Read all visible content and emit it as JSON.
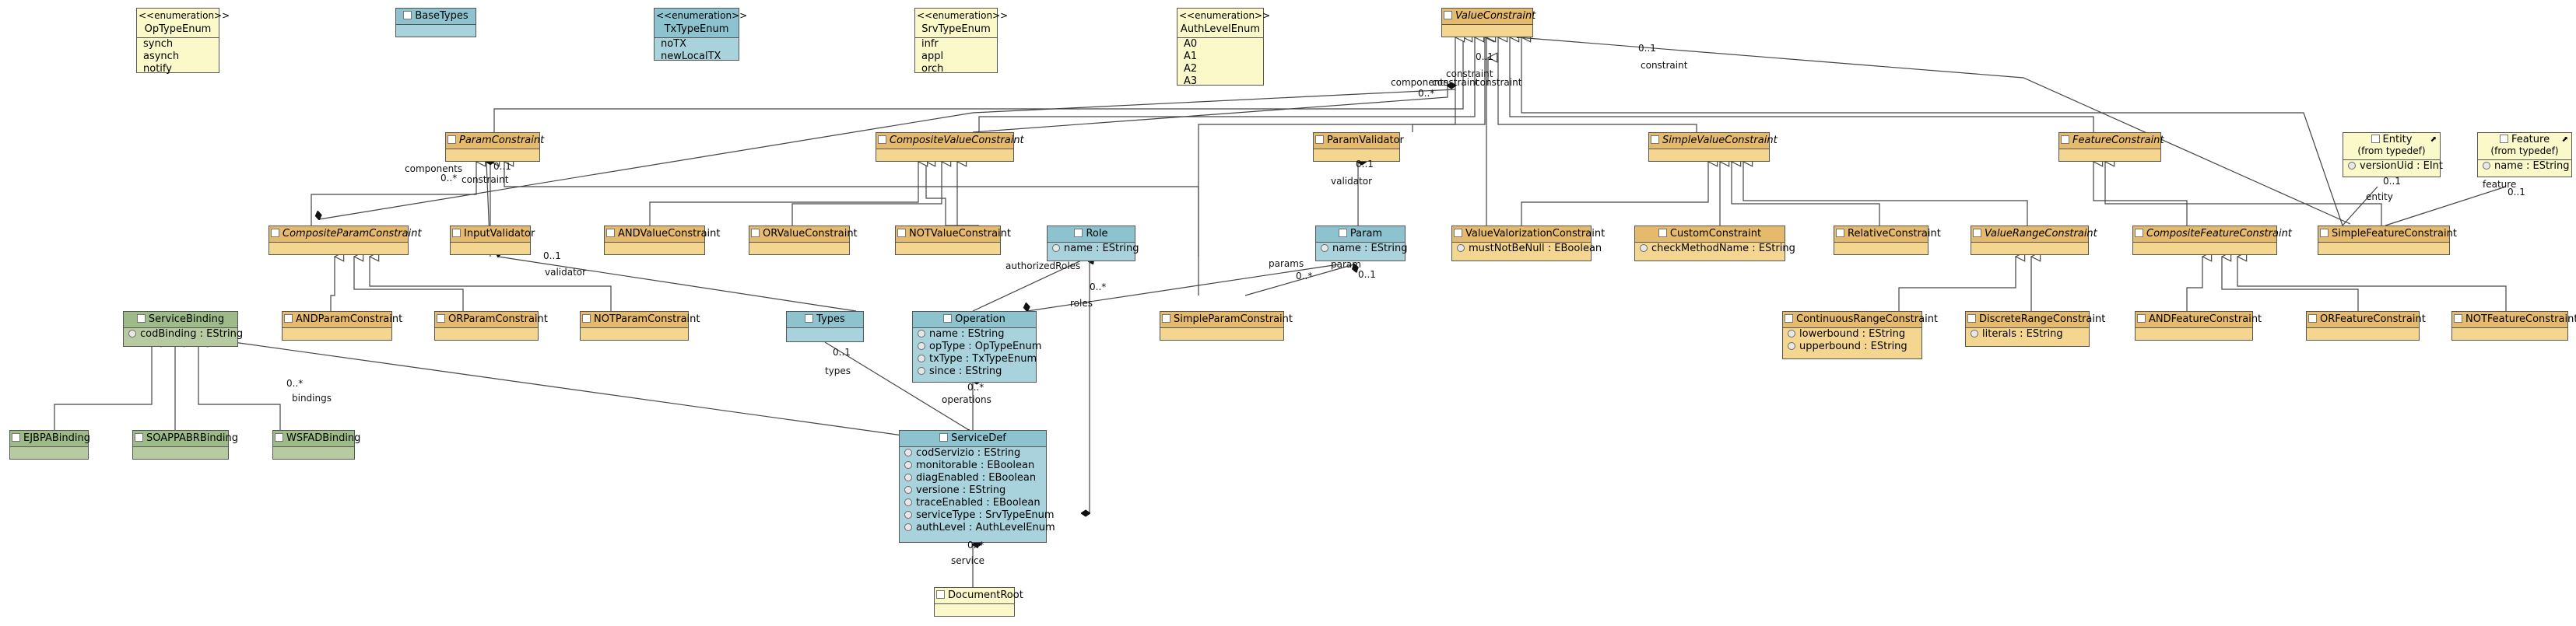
{
  "classes": {
    "op_type_enum": {
      "stereotype": "<<enumeration>>",
      "name": "OpTypeEnum",
      "literals": [
        "synch",
        "asynch",
        "notify"
      ]
    },
    "base_types": {
      "name": "BaseTypes"
    },
    "tx_type_enum": {
      "stereotype": "<<enumeration>>",
      "name": "TxTypeEnum",
      "literals": [
        "noTX",
        "newLocalTX"
      ]
    },
    "srv_type_enum": {
      "stereotype": "<<enumeration>>",
      "name": "SrvTypeEnum",
      "literals": [
        "infr",
        "appl",
        "orch"
      ]
    },
    "auth_level_enum": {
      "stereotype": "<<enumeration>>",
      "name": "AuthLevelEnum",
      "literals": [
        "A0",
        "A1",
        "A2",
        "A3"
      ]
    },
    "value_constraint": {
      "name": "ValueConstraint"
    },
    "param_constraint": {
      "name": "ParamConstraint"
    },
    "composite_value_constraint": {
      "name": "CompositeValueConstraint"
    },
    "param_validator": {
      "name": "ParamValidator"
    },
    "simple_value_constraint": {
      "name": "SimpleValueConstraint"
    },
    "feature_constraint": {
      "name": "FeatureConstraint"
    },
    "entity": {
      "name": "Entity",
      "from": "(from typedef)",
      "attrs": [
        "versionUid : EInt"
      ]
    },
    "feature": {
      "name": "Feature",
      "from": "(from typedef)",
      "attrs": [
        "name : EString"
      ]
    },
    "composite_param_constraint": {
      "name": "CompositeParamConstraint"
    },
    "input_validator": {
      "name": "InputValidator"
    },
    "and_value_constraint": {
      "name": "ANDValueConstraint"
    },
    "or_value_constraint": {
      "name": "ORValueConstraint"
    },
    "not_value_constraint": {
      "name": "NOTValueConstraint"
    },
    "role": {
      "name": "Role",
      "attrs": [
        "name : EString"
      ]
    },
    "param": {
      "name": "Param",
      "attrs": [
        "name : EString"
      ]
    },
    "value_valorization_constraint": {
      "name": "ValueValorizationConstraint",
      "attrs": [
        "mustNotBeNull : EBoolean"
      ]
    },
    "custom_constraint": {
      "name": "CustomConstraint",
      "attrs": [
        "checkMethodName : EString"
      ]
    },
    "relative_constraint": {
      "name": "RelativeConstraint"
    },
    "value_range_constraint": {
      "name": "ValueRangeConstraint"
    },
    "composite_feature_constraint": {
      "name": "CompositeFeatureConstraint"
    },
    "simple_feature_constraint": {
      "name": "SimpleFeatureConstraint"
    },
    "and_param_constraint": {
      "name": "ANDParamConstraint"
    },
    "or_param_constraint": {
      "name": "ORParamConstraint"
    },
    "not_param_constraint": {
      "name": "NOTParamConstraint"
    },
    "service_binding": {
      "name": "ServiceBinding",
      "attrs": [
        "codBinding : EString"
      ]
    },
    "types": {
      "name": "Types"
    },
    "operation": {
      "name": "Operation",
      "attrs": [
        "name : EString",
        "opType : OpTypeEnum",
        "txType : TxTypeEnum",
        "since : EString"
      ]
    },
    "simple_param_constraint": {
      "name": "SimpleParamConstraint"
    },
    "continuous_range_constraint": {
      "name": "ContinuousRangeConstraint",
      "attrs": [
        "lowerbound : EString",
        "upperbound : EString"
      ]
    },
    "discrete_range_constraint": {
      "name": "DiscreteRangeConstraint",
      "attrs": [
        "literals : EString"
      ]
    },
    "and_feature_constraint": {
      "name": "ANDFeatureConstraint"
    },
    "or_feature_constraint": {
      "name": "ORFeatureConstraint"
    },
    "not_feature_constraint": {
      "name": "NOTFeatureConstraint"
    },
    "ejbpa_binding": {
      "name": "EJBPABinding"
    },
    "soappabr_binding": {
      "name": "SOAPPABRBinding"
    },
    "wsfad_binding": {
      "name": "WSFADBinding"
    },
    "service_def": {
      "name": "ServiceDef",
      "attrs": [
        "codServizio : EString",
        "monitorable : EBoolean",
        "diagEnabled : EBoolean",
        "versione : EString",
        "traceEnabled : EBoolean",
        "serviceType : SrvTypeEnum",
        "authLevel : AuthLevelEnum"
      ]
    },
    "document_root": {
      "name": "DocumentRoot"
    }
  },
  "labels": {
    "vc_mult_1": "0..1",
    "vc_role": "constraint",
    "components_left": "components",
    "components_mult": "0..*",
    "constraint_a": "constraint",
    "constraint_b": "constraint",
    "constraint_c": "constraint",
    "mult_01_a": "0..1",
    "pc_components": "components",
    "pc_mult": "0..*",
    "pc_mult2": "0..1",
    "pc_constraint": "constraint",
    "pv_mult": "0..1",
    "pv_validator": "validator",
    "iv_mult": "0..1",
    "iv_validator": "validator",
    "authorized_roles": "authorizedRoles",
    "roles_mult": "0..*",
    "roles_role": "roles",
    "params_role": "params",
    "params_mult": "0..*",
    "param_role": "param",
    "param_mult": "0..1",
    "entity_mult": "0..1",
    "entity_role": "entity",
    "feature_role": "feature",
    "feature_mult": "0..1",
    "types_mult": "0..1",
    "types_role": "types",
    "operations_mult": "0..*",
    "operations_role": "operations",
    "bindings_mult": "0..*",
    "bindings_role": "bindings",
    "service_mult": "0..*",
    "service_role": "service"
  },
  "colors": {
    "constraint_classes": "#e6ba6c",
    "service_classes": "#8cc3cf",
    "binding_classes": "#9dbb88",
    "enumerations": "#fbf8c9"
  }
}
